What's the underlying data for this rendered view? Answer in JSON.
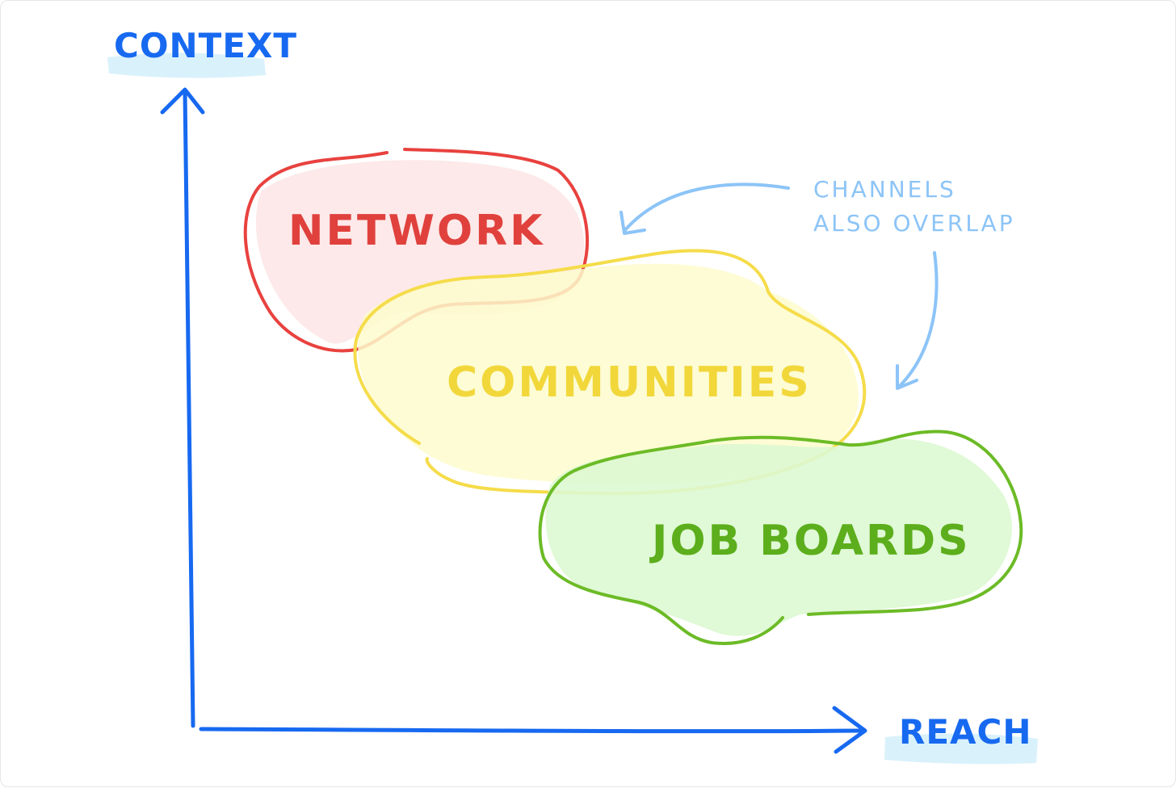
{
  "axes": {
    "y_label": "Context",
    "x_label": "Reach",
    "color": "#1769f0"
  },
  "regions": [
    {
      "id": "network",
      "label": "Network",
      "stroke": "#e8423f",
      "fill": "#fde7e7",
      "text": "#e0413d"
    },
    {
      "id": "communities",
      "label": "Communities",
      "stroke": "#f5dc4a",
      "fill": "#fdfbcd",
      "text": "#f2d73b"
    },
    {
      "id": "job-boards",
      "label": "Job Boards",
      "stroke": "#6cbb26",
      "fill": "#ddf8d2",
      "text": "#5cae1c"
    }
  ],
  "annotation": {
    "line1": "Channels",
    "line2": "also overlap",
    "color": "#8cc4f7"
  }
}
